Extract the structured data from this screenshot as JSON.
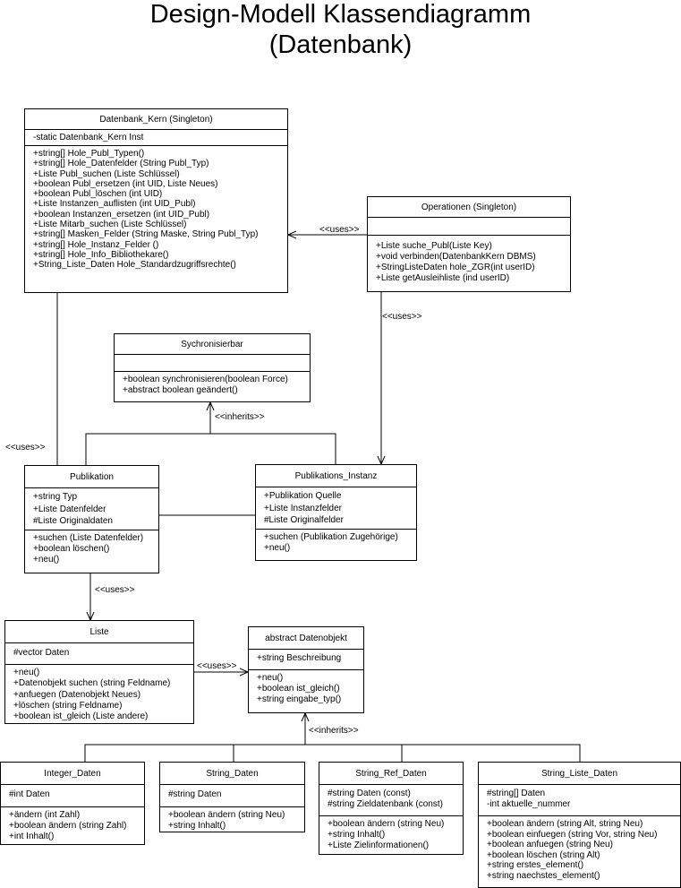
{
  "title": {
    "line1": "Design-Modell Klassendiagramm",
    "line2": "(Datenbank)"
  },
  "classes": {
    "datenbank_kern": {
      "name": "Datenbank_Kern (Singleton)",
      "attributes": [
        "-static Datenbank_Kern Inst"
      ],
      "operations": [
        "+string[] Hole_Publ_Typen()",
        "+string[] Hole_Datenfelder (String Publ_Typ)",
        "+Liste Publ_suchen (Liste Schlüssel)",
        "+boolean Publ_ersetzen (int UID, Liste Neues)",
        "+boolean Publ_löschen (int UID)",
        "+Liste Instanzen_auflisten (int UID_Publ)",
        "+boolean Instanzen_ersetzen (int UID_Publ)",
        "+Liste Mitarb_suchen (Liste Schlüssel)",
        "+string[] Masken_Felder (String Maske, String Publ_Typ)",
        "+string[] Hole_Instanz_Felder ()",
        "+string[] Hole_Info_Bibliothekare()",
        "+String_Liste_Daten Hole_Standardzugriffsrechte()"
      ]
    },
    "operationen": {
      "name": "Operationen (Singleton)",
      "attributes": [],
      "operations": [
        "+Liste suche_Publ(Liste Key)",
        "+void verbinden(DatenbankKern DBMS)",
        "+StringListeDaten hole_ZGR(int userID)",
        "+Liste getAusleihliste (ind userID)"
      ]
    },
    "synchronisierbar": {
      "name": "Sychronisierbar",
      "attributes": [],
      "operations": [
        "+boolean synchronisieren(boolean Force)",
        "+abstract boolean geändert()"
      ]
    },
    "publikation": {
      "name": "Publikation",
      "attributes": [
        "+string Typ",
        "+Liste Datenfelder",
        "#Liste Originaldaten"
      ],
      "operations": [
        "+suchen (Liste Datenfelder)",
        "+boolean löschen()",
        "+neu()"
      ]
    },
    "publikations_instanz": {
      "name": "Publikations_Instanz",
      "attributes": [
        "+Publikation Quelle",
        "+Liste Instanzfelder",
        "#Liste Originalfelder"
      ],
      "operations": [
        "+suchen (Publikation Zugehörige)",
        "+neu()"
      ]
    },
    "liste": {
      "name": "Liste",
      "attributes": [
        "#vector Daten"
      ],
      "operations": [
        "+neu()",
        "+Datenobjekt suchen (string Feldname)",
        "+anfuegen (Datenobjekt Neues)",
        "+löschen (string Feldname)",
        "+boolean ist_gleich (Liste andere)"
      ]
    },
    "datenobjekt": {
      "name": "abstract Datenobjekt",
      "attributes": [
        "+string Beschreibung"
      ],
      "operations": [
        "+neu()",
        "+boolean ist_gleich()",
        "+string eingabe_typ()"
      ]
    },
    "integer_daten": {
      "name": "Integer_Daten",
      "attributes": [
        "#int Daten"
      ],
      "operations": [
        "+ändern (int Zahl)",
        "+boolean ändern (string Zahl)",
        "+int Inhalt()"
      ]
    },
    "string_daten": {
      "name": "String_Daten",
      "attributes": [
        "#string Daten"
      ],
      "operations": [
        "+boolean ändern (string Neu)",
        "+string Inhalt()"
      ]
    },
    "string_ref_daten": {
      "name": "String_Ref_Daten",
      "attributes": [
        "#string Daten (const)",
        "#string Zieldatenbank (const)"
      ],
      "operations": [
        "+boolean ändern (string Neu)",
        "+string Inhalt()",
        "+Liste Zielinformationen()"
      ]
    },
    "string_liste_daten": {
      "name": "String_Liste_Daten",
      "attributes": [
        "#string[] Daten",
        "-int aktuelle_nummer"
      ],
      "operations": [
        "+boolean ändern (string Alt, string Neu)",
        "+boolean einfuegen (string Vor, string Neu)",
        "+boolean anfuegen (string Neu)",
        "+boolean löschen (string Alt)",
        "+string erstes_element()",
        "+string naechstes_element()"
      ]
    }
  },
  "labels": {
    "uses_ops_kern": "<<uses>>",
    "uses_ops_instanz": "<<uses>>",
    "uses_kern_pub": "<<uses>>",
    "inherits_sync": "<<inherits>>",
    "uses_pub_liste": "<<uses>>",
    "uses_liste_obj": "<<uses>>",
    "inherits_obj": "<<inherits>>"
  }
}
